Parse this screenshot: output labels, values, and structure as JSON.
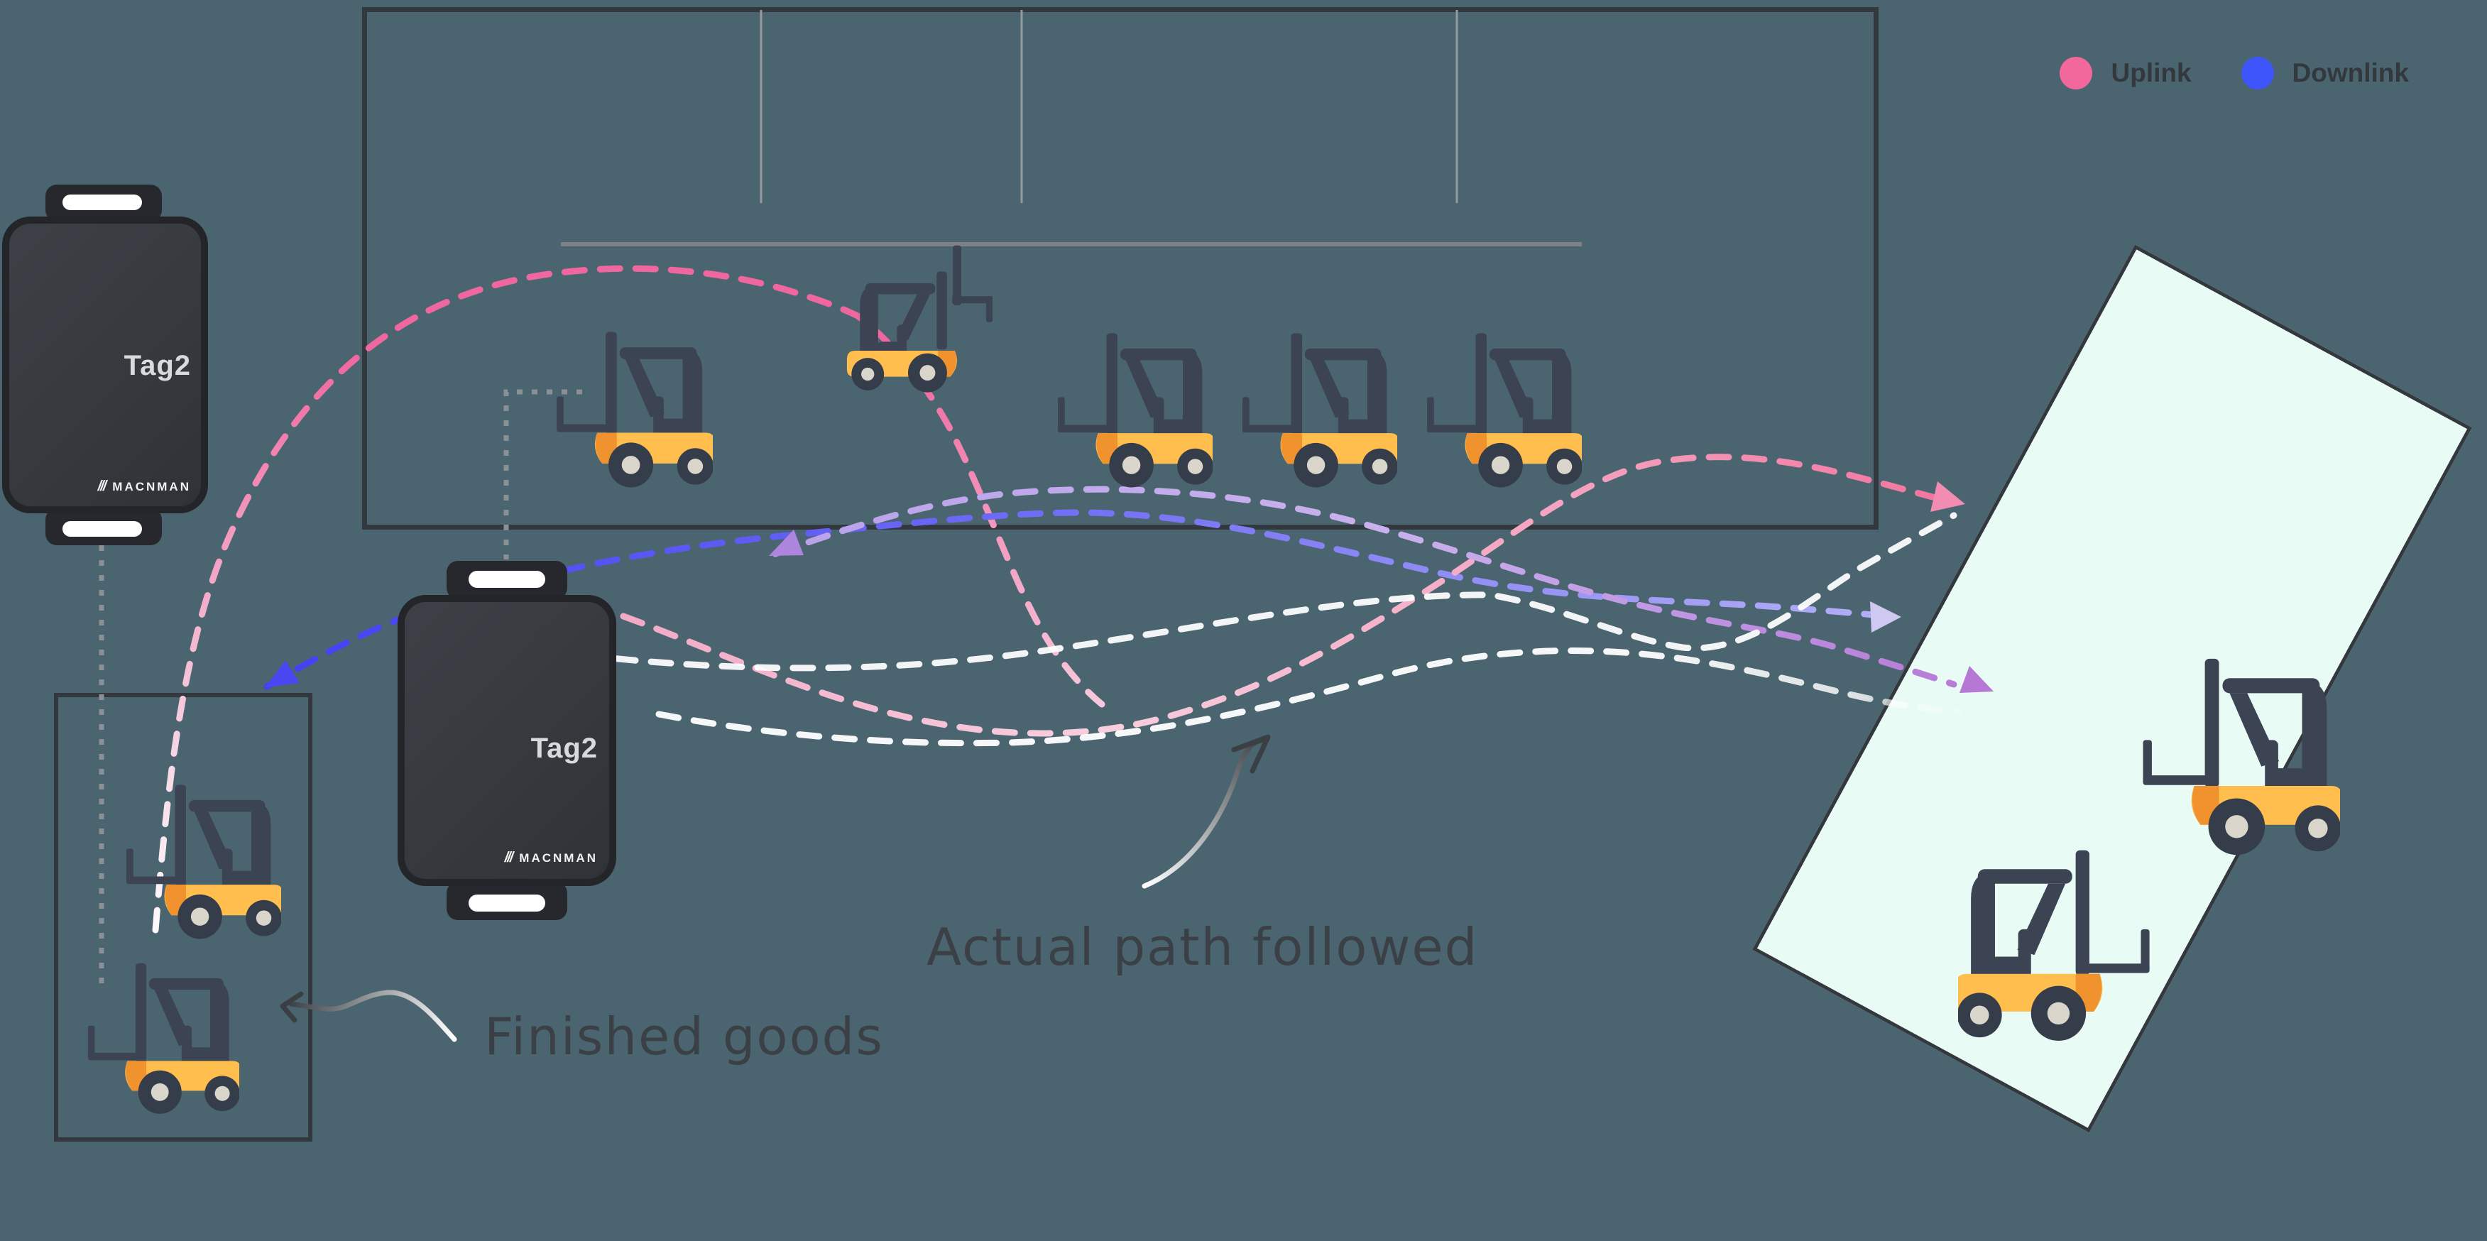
{
  "legend": {
    "items": [
      {
        "label": "Uplink",
        "color": "#F2679C"
      },
      {
        "label": "Downlink",
        "color": "#3D55FB"
      }
    ]
  },
  "devices": [
    {
      "label": "Tag2",
      "brand": "MACNMAN",
      "brand_slashes": "///"
    },
    {
      "label": "Tag2",
      "brand": "MACNMAN",
      "brand_slashes": "///"
    }
  ],
  "annotations": {
    "actual_path": "Actual path followed",
    "finished_goods": "Finished goods"
  },
  "icons": [
    "forklift-icon",
    "tag-device-icon",
    "uplink-dot-icon",
    "downlink-dot-icon",
    "dashed-path",
    "hand-drawn-arrow"
  ],
  "colors": {
    "background": "#4B6570",
    "uplink_pink": "#F2679C",
    "downlink_blue": "#3D55FB",
    "dock_mint": "#E9FBF5",
    "outline_dark": "#33383E",
    "handwriting": "#3B4046",
    "lavender_path": "#B99FE6",
    "purple_arrow": "#B678D4",
    "white_path": "#FFFFFF",
    "gray_line": "#969A9E",
    "forklift_yellow": "#FFBE4D",
    "forklift_orange": "#F0932F",
    "forklift_slate": "#3C4453"
  }
}
